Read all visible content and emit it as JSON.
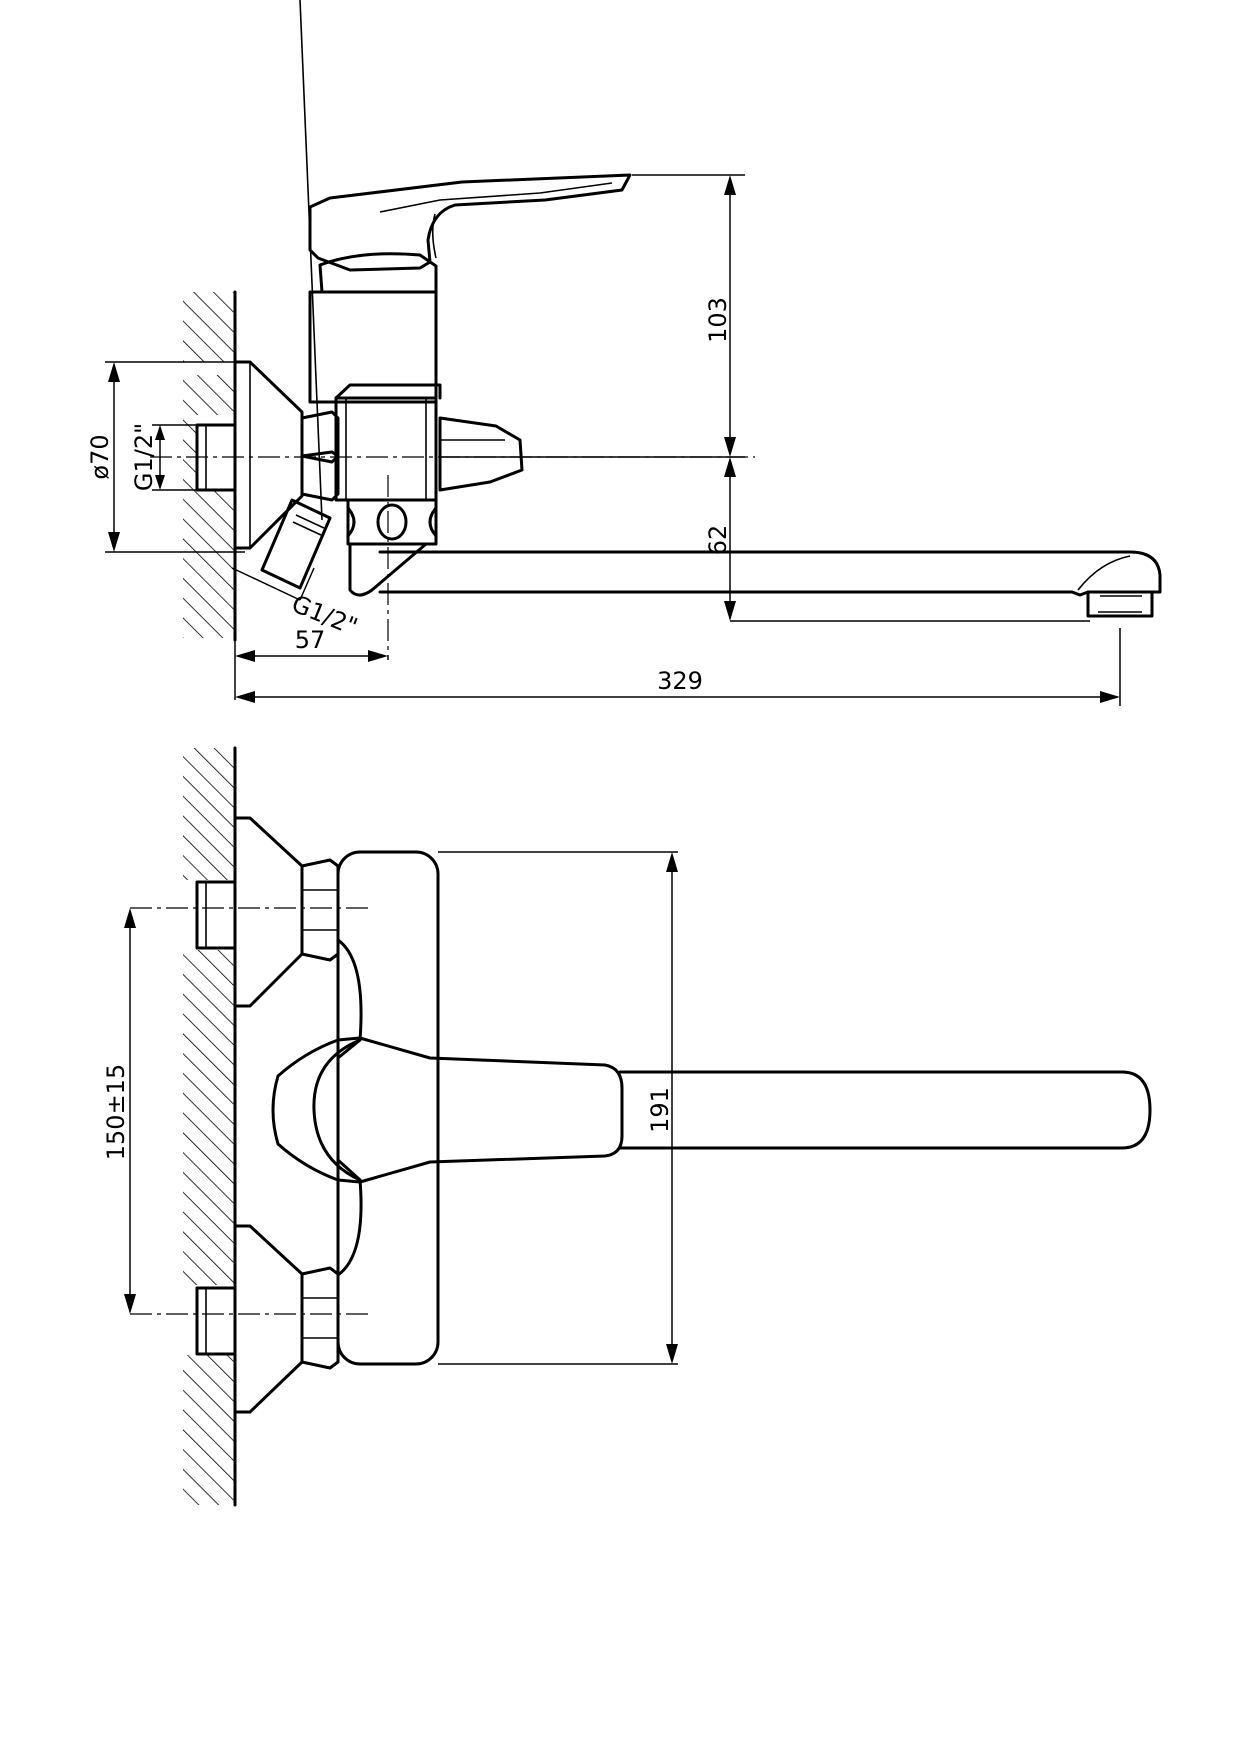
{
  "side_view": {
    "dim_height_top": "103",
    "dim_height_spout": "62",
    "dim_flange_diameter": "ø70",
    "dim_thread_inlet": "G1/2\"",
    "dim_thread_angled": "G1/2\"",
    "dim_wall_offset": "57",
    "dim_total_length": "329"
  },
  "top_view": {
    "dim_center_distance": "150±15",
    "dim_body_width": "191"
  }
}
